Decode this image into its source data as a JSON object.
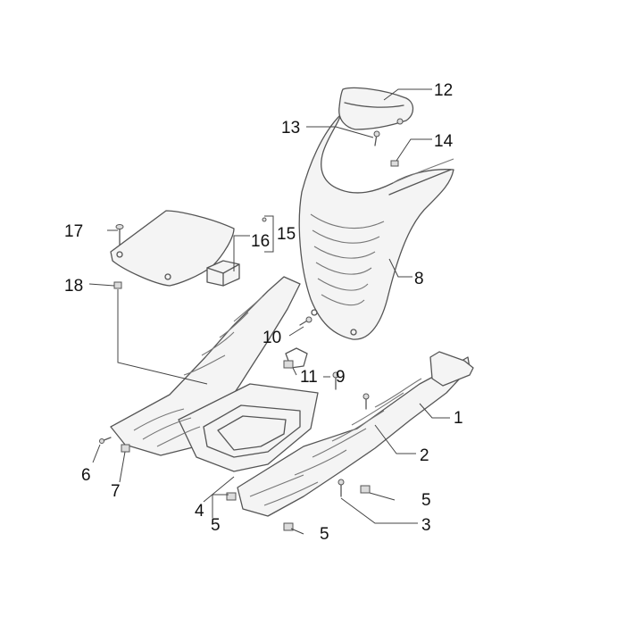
{
  "diagram": {
    "callouts": [
      "1",
      "2",
      "3",
      "4",
      "5",
      "5",
      "5",
      "6",
      "7",
      "8",
      "9",
      "10",
      "11",
      "12",
      "13",
      "14",
      "15",
      "16",
      "17",
      "18"
    ],
    "parts": [
      "floor-panel",
      "floor-panel-frame",
      "front-shield",
      "shield-upper-cover",
      "battery-cover-lid",
      "rubber-pad",
      "screw",
      "clip",
      "speed-nut"
    ]
  }
}
